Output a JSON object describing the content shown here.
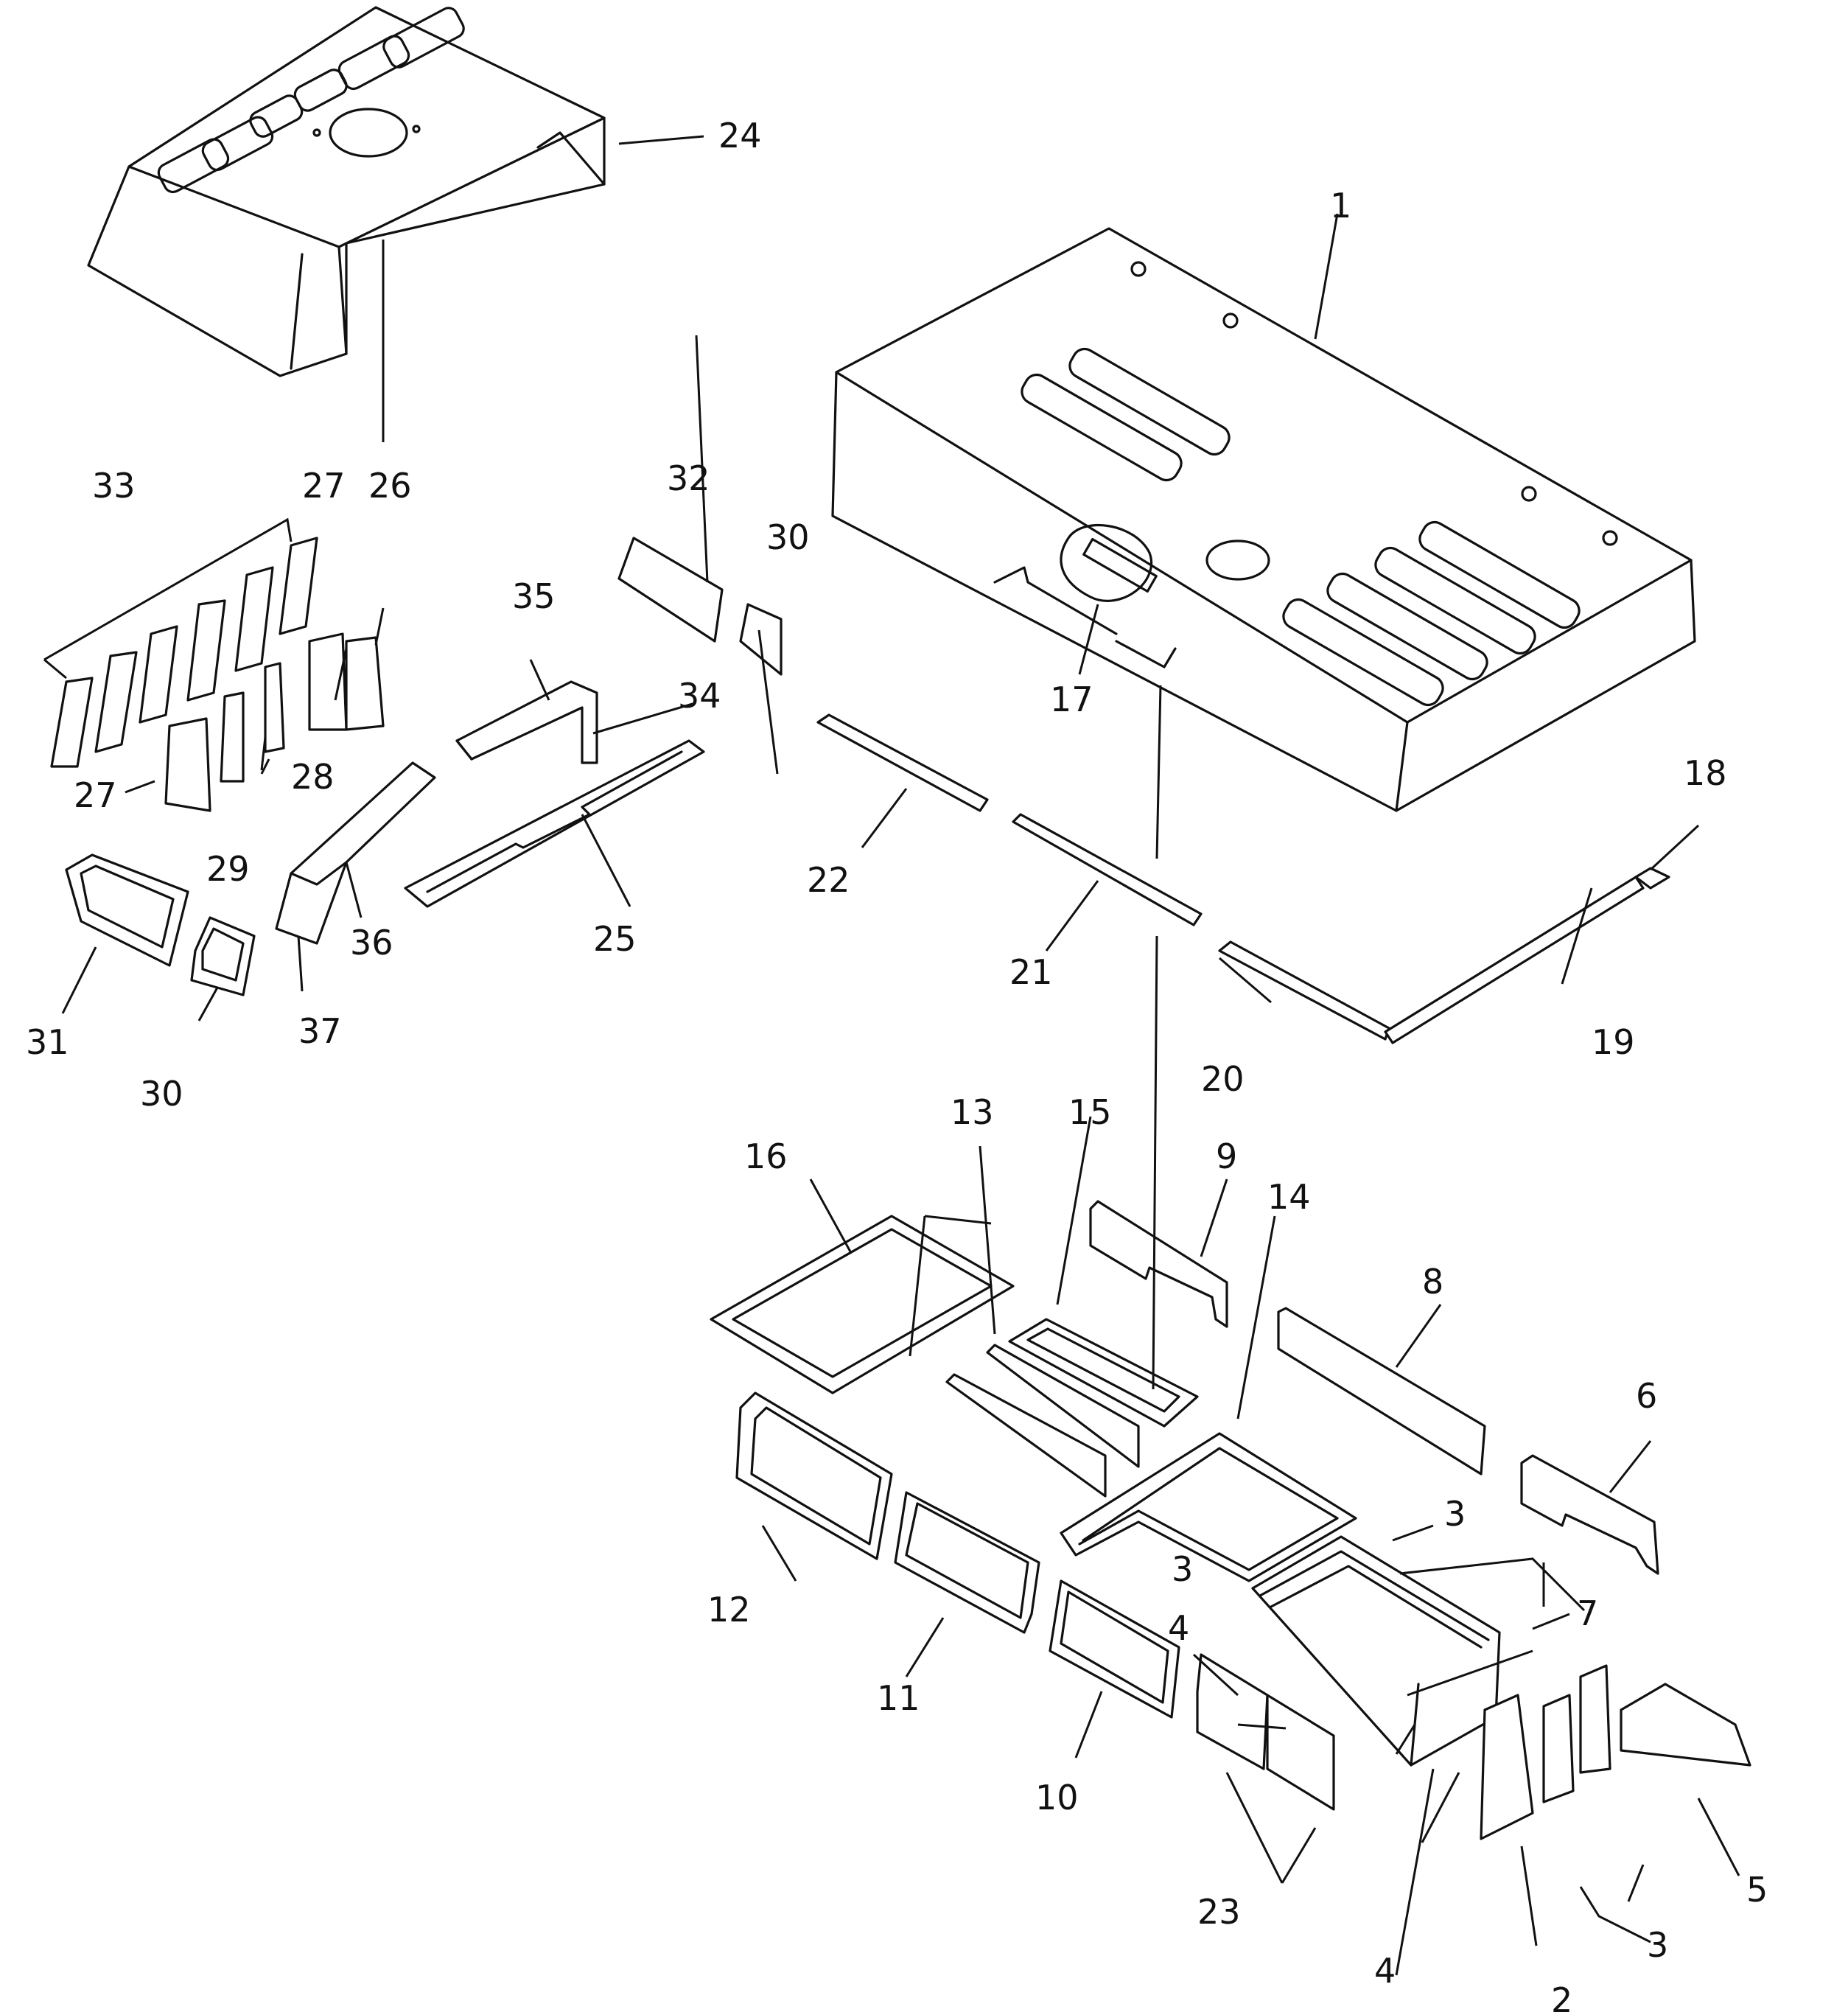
{
  "diagram": {
    "callouts": [
      {
        "id": "c1",
        "text": "1"
      },
      {
        "id": "c2",
        "text": "2"
      },
      {
        "id": "c3a",
        "text": "3"
      },
      {
        "id": "c3b",
        "text": "3"
      },
      {
        "id": "c3c",
        "text": "3"
      },
      {
        "id": "c4a",
        "text": "4"
      },
      {
        "id": "c4b",
        "text": "4"
      },
      {
        "id": "c5",
        "text": "5"
      },
      {
        "id": "c6",
        "text": "6"
      },
      {
        "id": "c7",
        "text": "7"
      },
      {
        "id": "c8",
        "text": "8"
      },
      {
        "id": "c9",
        "text": "9"
      },
      {
        "id": "c10",
        "text": "10"
      },
      {
        "id": "c11",
        "text": "11"
      },
      {
        "id": "c12",
        "text": "12"
      },
      {
        "id": "c13",
        "text": "13"
      },
      {
        "id": "c14",
        "text": "14"
      },
      {
        "id": "c15",
        "text": "15"
      },
      {
        "id": "c16",
        "text": "16"
      },
      {
        "id": "c17",
        "text": "17"
      },
      {
        "id": "c18",
        "text": "18"
      },
      {
        "id": "c19",
        "text": "19"
      },
      {
        "id": "c20",
        "text": "20"
      },
      {
        "id": "c21",
        "text": "21"
      },
      {
        "id": "c22",
        "text": "22"
      },
      {
        "id": "c23",
        "text": "23"
      },
      {
        "id": "c24",
        "text": "24"
      },
      {
        "id": "c25",
        "text": "25"
      },
      {
        "id": "c26",
        "text": "26"
      },
      {
        "id": "c27a",
        "text": "27"
      },
      {
        "id": "c27b",
        "text": "27"
      },
      {
        "id": "c28",
        "text": "28"
      },
      {
        "id": "c29",
        "text": "29"
      },
      {
        "id": "c30a",
        "text": "30"
      },
      {
        "id": "c30b",
        "text": "30"
      },
      {
        "id": "c31",
        "text": "31"
      },
      {
        "id": "c32",
        "text": "32"
      },
      {
        "id": "c33",
        "text": "33"
      },
      {
        "id": "c34",
        "text": "34"
      },
      {
        "id": "c35",
        "text": "35"
      },
      {
        "id": "c36",
        "text": "36"
      },
      {
        "id": "c37",
        "text": "37"
      }
    ]
  }
}
